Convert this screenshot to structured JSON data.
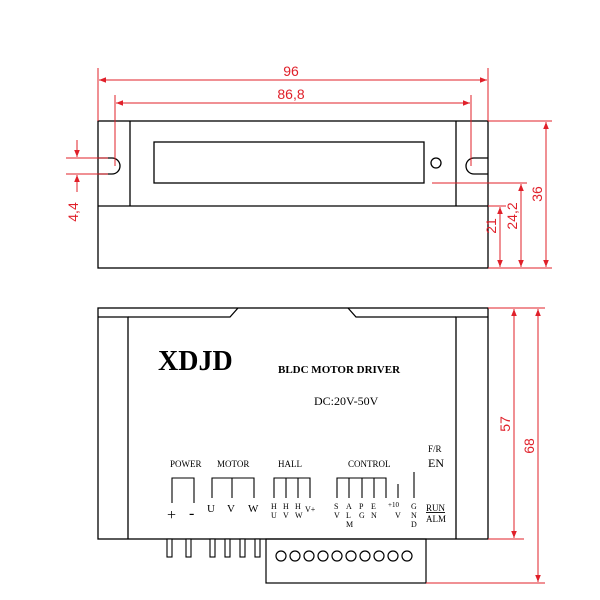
{
  "colors": {
    "dimension": "#e0202a",
    "outline": "#000000",
    "background": "#ffffff"
  },
  "top_view": {
    "dims": {
      "width_overall": "96",
      "width_holes": "86,8",
      "hole_dia": "4,4",
      "h21": "21",
      "h24": "24,2",
      "h36": "36"
    }
  },
  "front_view": {
    "brand": "XDJD",
    "product": "BLDC MOTOR DRIVER",
    "voltage": "DC:20V-50V",
    "dims": {
      "h57": "57",
      "h68": "68"
    },
    "groups": {
      "power": "POWER",
      "motor": "MOTOR",
      "hall": "HALL",
      "control": "CONTROL"
    },
    "fr": "F/R",
    "en": "EN",
    "run": "RUN",
    "alm": "ALM",
    "pins": {
      "plus": "+",
      "minus": "-",
      "u": "U",
      "v": "V",
      "w": "W",
      "hall_h1": "H",
      "hall_h1b": "U",
      "hall_h2": "H",
      "hall_h2b": "V",
      "hall_h3": "H",
      "hall_h3b": "W",
      "vplus": "V+",
      "sv1": "S",
      "sv2": "V",
      "alm1": "A",
      "alm2": "L",
      "alm3": "M",
      "pg1": "P",
      "pg2": "G",
      "en1": "E",
      "en2": "N",
      "ten1": "+10",
      "ten2": "V",
      "gnd1": "G",
      "gnd2": "N",
      "gnd3": "D"
    }
  }
}
